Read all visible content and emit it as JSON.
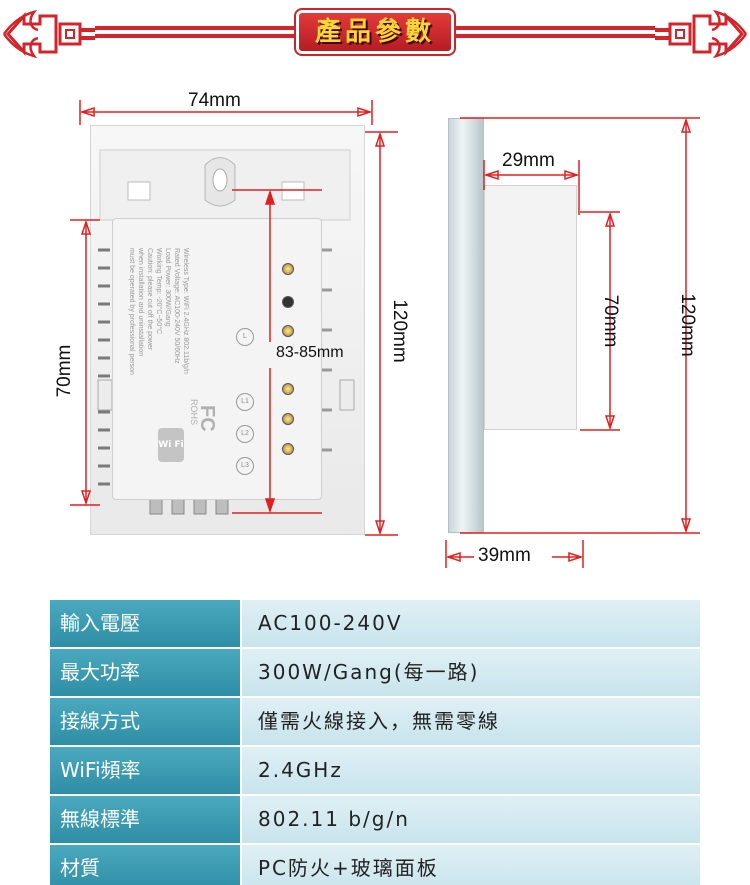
{
  "header": {
    "title": "產品參數"
  },
  "dimensions": {
    "front_width": "74mm",
    "front_height": "120mm",
    "module_height": "70mm",
    "terminal_span": "83-85mm",
    "side_depth_top": "29mm",
    "side_body_height": "70mm",
    "side_total_height": "120mm",
    "side_depth_bottom": "39mm"
  },
  "module_label": {
    "lines": [
      "Wireless Type: WiFi 2.4GHz 802.11b/g/n",
      "Rated Voltage: AC100-240V 50/60Hz",
      "Load Power: 300W/Gang",
      "Working Temp: -20°C~50°C",
      "Caution: please cut off the power",
      "when installation and uninstallation",
      "must be operated by professional person"
    ],
    "cert_fc": "FC",
    "cert_rohs": "ROHS",
    "cert_wifi": "Wi Fi",
    "terminals": [
      "L",
      "L1",
      "L2",
      "L3"
    ]
  },
  "specs": [
    {
      "key": "輸入電壓",
      "value": "AC100-240V"
    },
    {
      "key": "最大功率",
      "value": "300W/Gang(每一路)"
    },
    {
      "key": "接線方式",
      "value": "僅需火線接入，無需零線"
    },
    {
      "key": "WiFi頻率",
      "value": "2.4GHz"
    },
    {
      "key": "無線標準",
      "value": "802.11 b/g/n"
    },
    {
      "key": "材質",
      "value": "PC防火+玻璃面板"
    }
  ],
  "colors": {
    "banner_red": "#d3242b",
    "title_yellow": "#ffd43b",
    "key_teal": "#3a9db4",
    "value_light": "#d4eaf0",
    "dimension_red": "#e02020"
  }
}
